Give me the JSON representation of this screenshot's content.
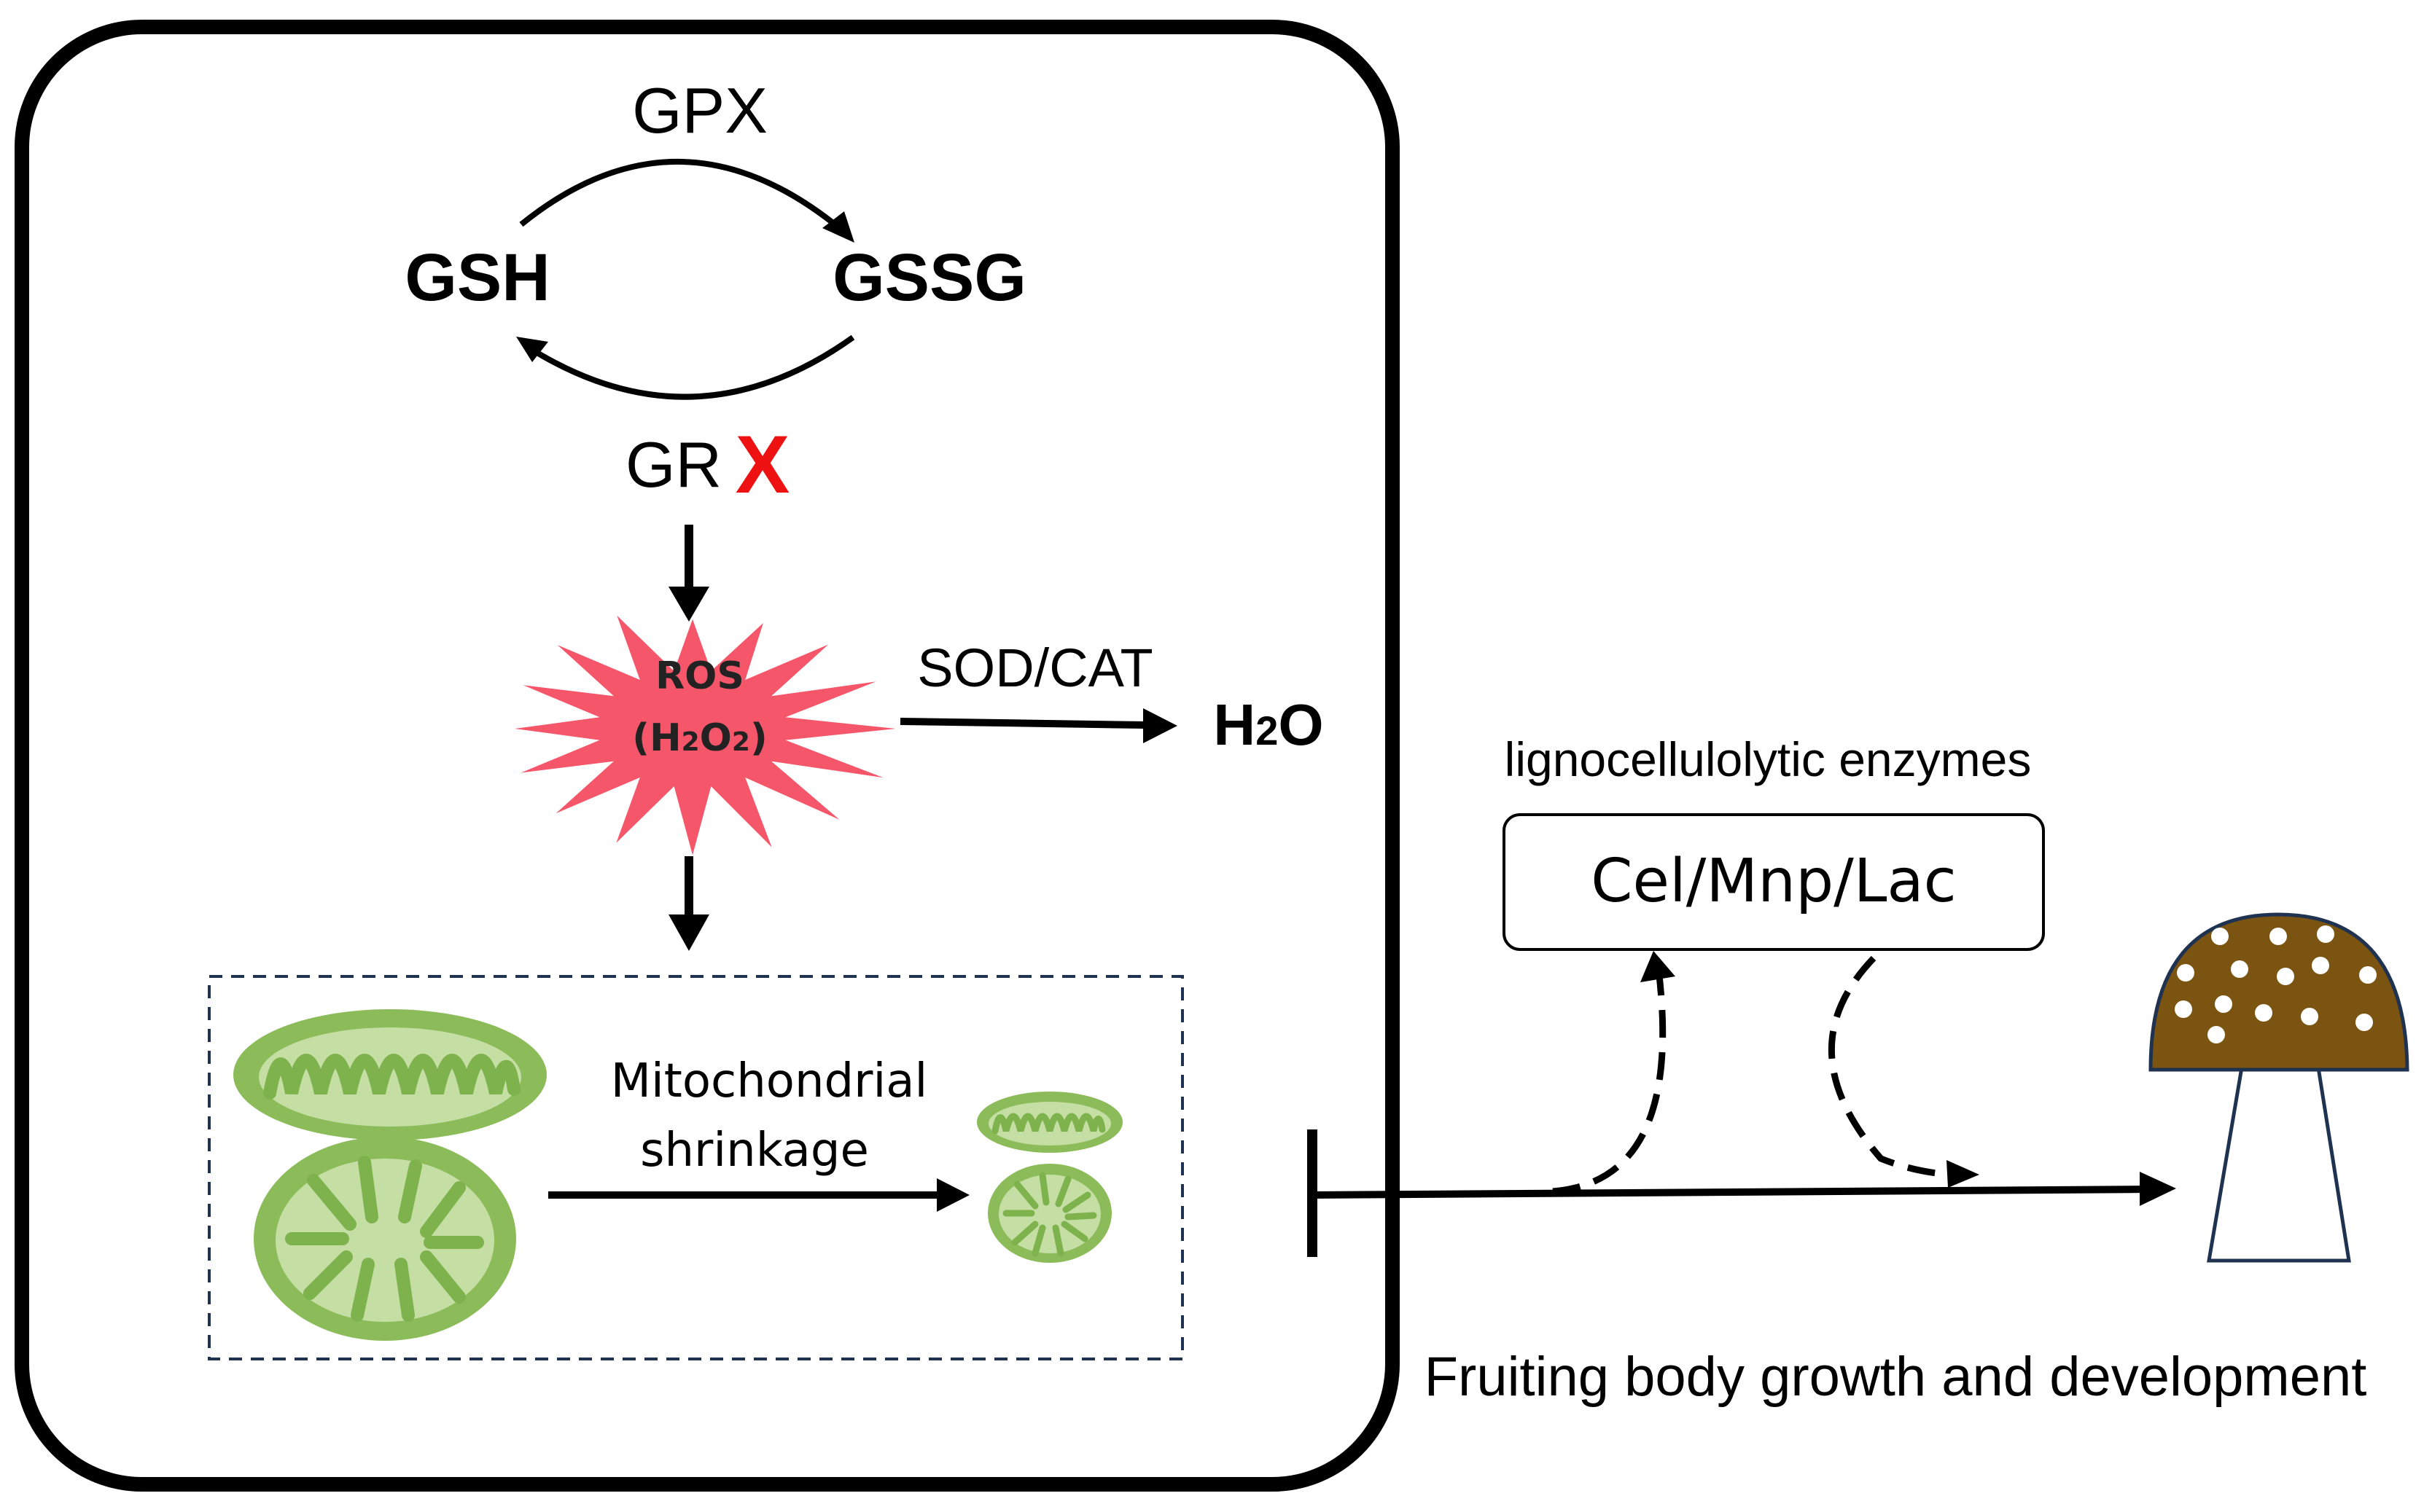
{
  "diagram": {
    "cycle": {
      "top_enzyme": "GPX",
      "left_node": "GSH",
      "right_node": "GSSG",
      "bottom_enzyme": "GR",
      "inhibition_mark": "X"
    },
    "ros": {
      "line1": "ROS",
      "line2": "(H2O2)"
    },
    "detox": {
      "enzyme": "SOD/CAT",
      "product": "H2O"
    },
    "mitochondria": {
      "label_line1": "Mitochondrial",
      "label_line2": "shrinkage"
    },
    "enzymes": {
      "caption": "lignocellulolytic enzymes",
      "box_label": "Cel/Mnp/Lac"
    },
    "outcome": {
      "label": "Fruiting body growth and development"
    },
    "colors": {
      "outline": "#000000",
      "ros_fill": "#f5566a",
      "inhibition_mark": "#ee1111",
      "mito_fill": "#8cbc5a",
      "mito_light": "#c4dea4",
      "mito_dark": "#6f9f40",
      "mushroom_cap": "#7a5410",
      "mushroom_spots": "#ffffff",
      "dashed_box": "#1f3350"
    },
    "icons": {
      "stress": "starburst-icon",
      "organelle": "mitochondrion-icon",
      "fungus": "mushroom-icon"
    }
  }
}
